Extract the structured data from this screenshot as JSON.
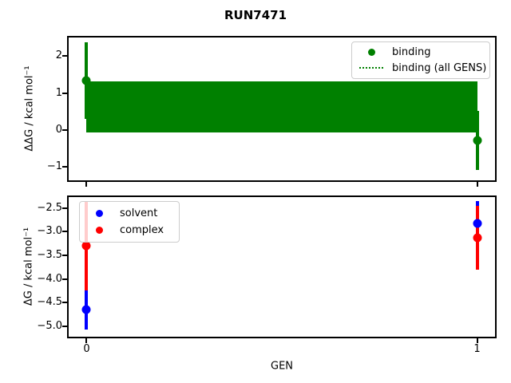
{
  "figure": {
    "title": "RUN7471",
    "background": "#ffffff"
  },
  "chart_data": [
    {
      "type": "scatter",
      "title": "RUN7471",
      "xlabel": "",
      "ylabel": "ΔΔG / kcal mol⁻¹",
      "xlim": [
        -0.05,
        1.05
      ],
      "ylim": [
        -1.4,
        2.54
      ],
      "grid": false,
      "x_ticks": [
        0,
        1
      ],
      "x_tick_labels": [],
      "y_ticks": [
        2,
        1,
        0,
        -1
      ],
      "y_tick_labels": [
        "2",
        "1",
        "0",
        "−1"
      ],
      "series": [
        {
          "name": "binding",
          "color": "#008000",
          "marker": "circle",
          "points": [
            {
              "x": 0,
              "y": 1.33,
              "yerr": 1.04
            },
            {
              "x": 1,
              "y": -0.28,
              "yerr": 0.8
            }
          ]
        }
      ],
      "band": {
        "name": "binding (all GENS)",
        "color": "#008000",
        "linestyle": "dotted",
        "x_range": [
          0,
          1
        ],
        "y_lo": -0.06,
        "y_hi": 1.31,
        "mean": 0.62
      },
      "legend": {
        "position": "upper right",
        "entries": [
          {
            "label": "binding",
            "glyph": "dot",
            "color": "#008000"
          },
          {
            "label": "binding (all GENS)",
            "glyph": "dotted-line",
            "color": "#008000"
          }
        ]
      }
    },
    {
      "type": "scatter",
      "title": "",
      "xlabel": "GEN",
      "ylabel": "ΔG / kcal mol⁻¹",
      "xlim": [
        -0.05,
        1.05
      ],
      "ylim": [
        -5.26,
        -2.23
      ],
      "grid": false,
      "x_ticks": [
        0,
        1
      ],
      "x_tick_labels": [
        "0",
        "1"
      ],
      "y_ticks": [
        -2.5,
        -3.0,
        -3.5,
        -4.0,
        -4.5,
        -5.0
      ],
      "y_tick_labels": [
        "−2.5",
        "−3.0",
        "−3.5",
        "−4.0",
        "−4.5",
        "−5.0"
      ],
      "series": [
        {
          "name": "solvent",
          "color": "#0000ff",
          "marker": "circle",
          "points": [
            {
              "x": 0,
              "y": -4.65,
              "yerr": 0.43
            },
            {
              "x": 1,
              "y": -2.82,
              "yerr": 0.47
            }
          ]
        },
        {
          "name": "complex",
          "color": "#ff0000",
          "marker": "circle",
          "points": [
            {
              "x": 0,
              "y": -3.3,
              "yerr": 0.94
            },
            {
              "x": 1,
              "y": -3.13,
              "yerr": 0.68
            }
          ]
        }
      ],
      "legend": {
        "position": "upper left",
        "entries": [
          {
            "label": "solvent",
            "glyph": "dot",
            "color": "#0000ff"
          },
          {
            "label": "complex",
            "glyph": "dot",
            "color": "#ff0000"
          }
        ]
      }
    }
  ]
}
